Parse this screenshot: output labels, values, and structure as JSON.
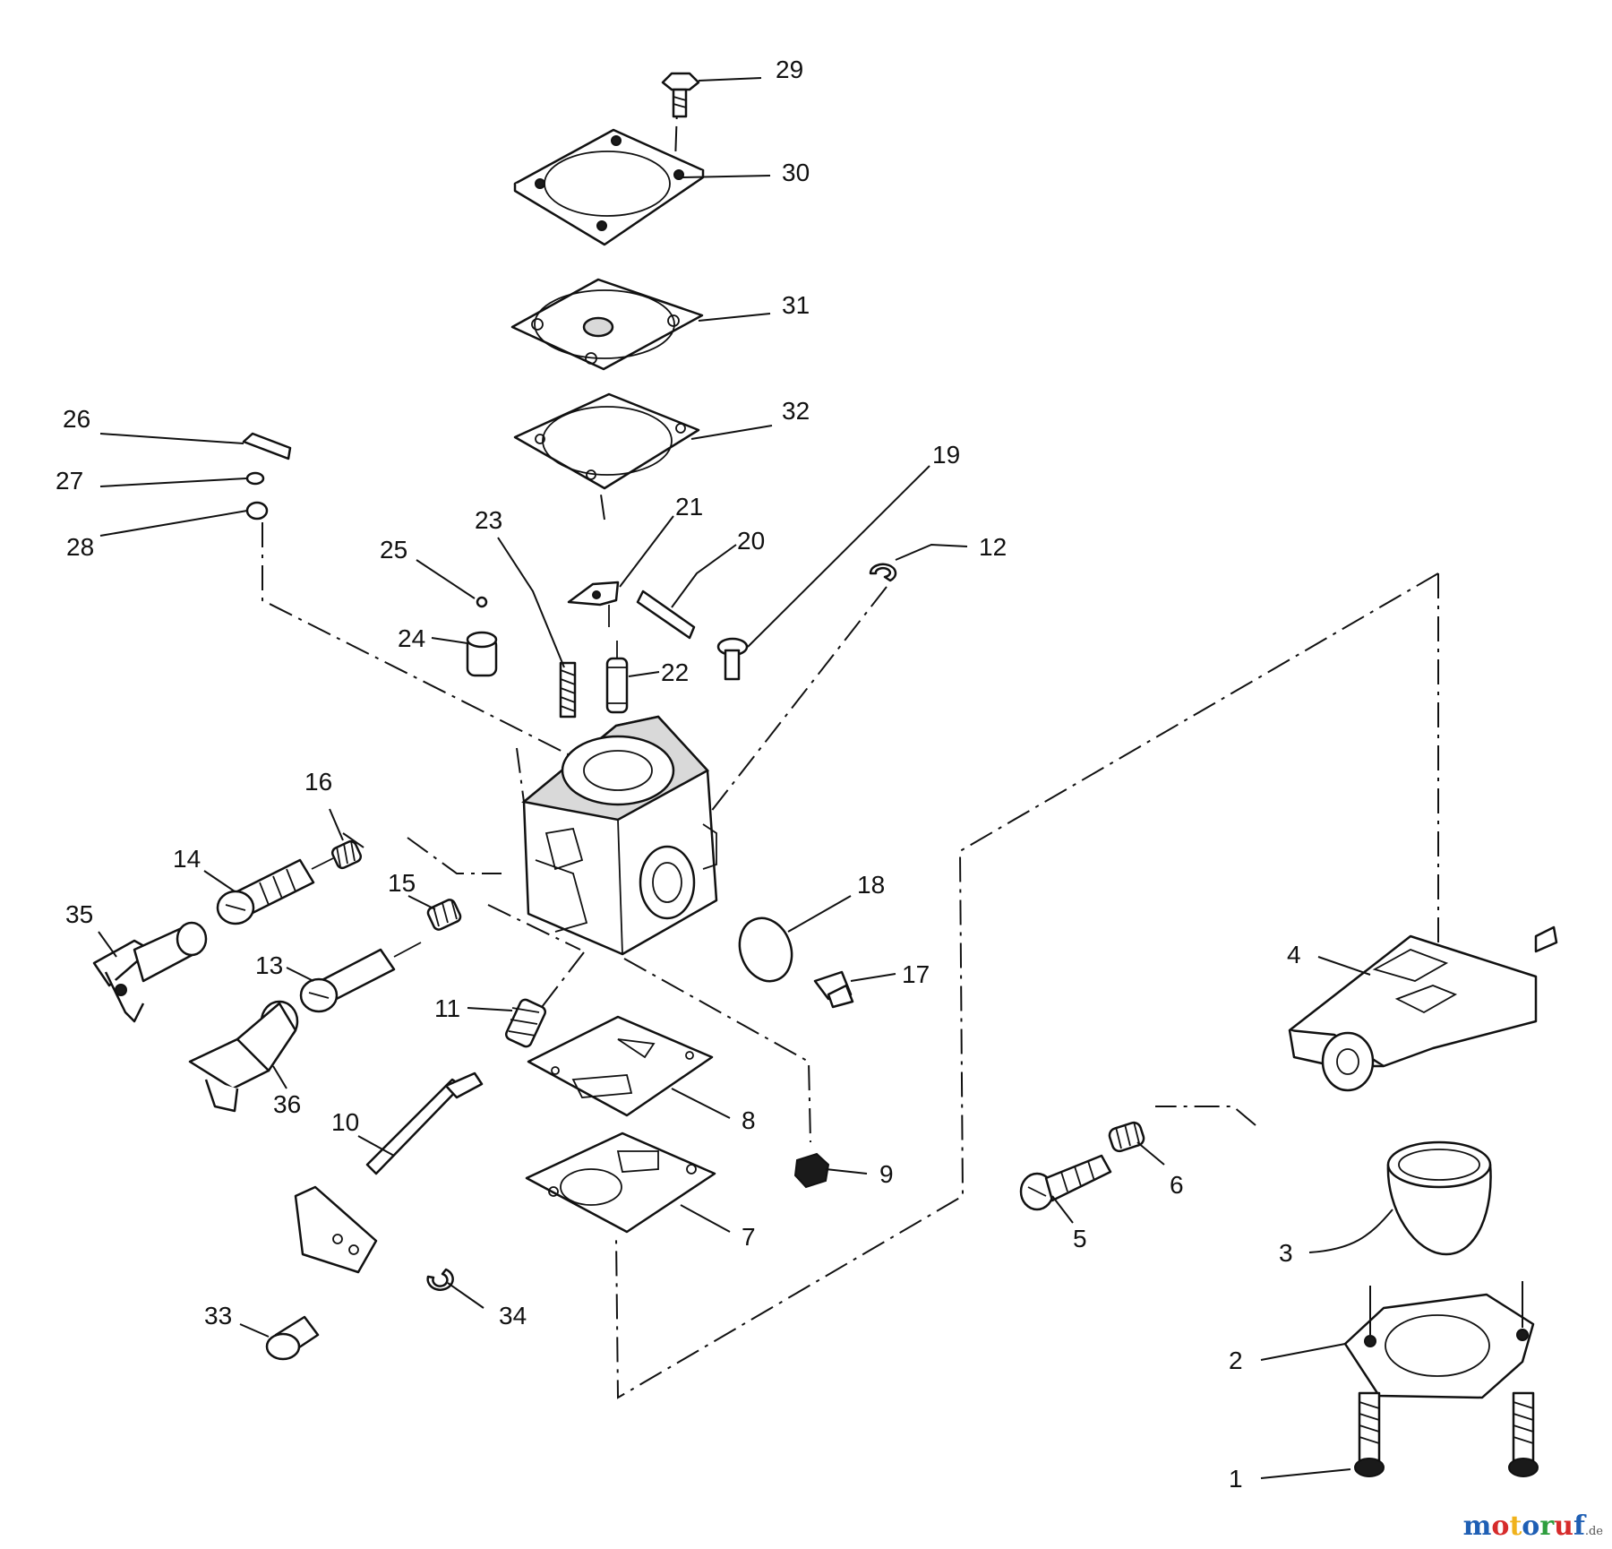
{
  "diagram": {
    "callouts": [
      "1",
      "2",
      "3",
      "4",
      "5",
      "6",
      "7",
      "8",
      "9",
      "10",
      "11",
      "12",
      "13",
      "14",
      "15",
      "16",
      "17",
      "18",
      "19",
      "20",
      "21",
      "22",
      "23",
      "24",
      "25",
      "26",
      "27",
      "28",
      "29",
      "30",
      "31",
      "32",
      "33",
      "34",
      "35",
      "36"
    ]
  },
  "watermark": {
    "letters": [
      "m",
      "o",
      "t",
      "o",
      "r",
      "u",
      "f"
    ],
    "tld": ".de",
    "colors": [
      "#1f5fb4",
      "#d62b2b",
      "#f0b21c",
      "#1f5fb4",
      "#2e9e3e",
      "#d62b2b",
      "#1f5fb4"
    ],
    "tld_color": "#555555"
  }
}
